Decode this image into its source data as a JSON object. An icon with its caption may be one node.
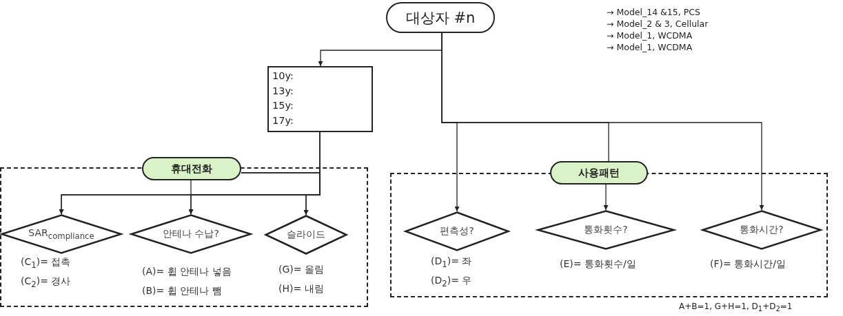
{
  "diagram": {
    "nodes": [
      {
        "text": [
          "대상자 #n"
        ]
      },
      {
        "text": [
          "10y:",
          "13y:",
          "15y:",
          "17y:"
        ]
      },
      {
        "text": [],
        "shape": "box"
      },
      {
        "text": [
          "휴대전화"
        ]
      },
      {
        "text": [
          "SAR$_{compliance}$"
        ],
        "in": 2,
        "beside": [
          "(C$_{1}$)= 접촉",
          "(C$_{2}$)= 경사"
        ]
      },
      {
        "text": [
          "안테나 수납?"
        ],
        "in": 2,
        "beside": [
          "(A)= 휩 안테나 넣음",
          "(B)= 휩 안테나 뺌"
        ]
      },
      {
        "text": [
          "슬라이드"
        ],
        "in": 2,
        "beside": [
          "(G)= 올림",
          "(H)= 내림"
        ]
      },
      {
        "text": [],
        "shape": "box"
      },
      {
        "text": [
          "사용패턴"
        ]
      },
      {
        "text": [
          "편측성?"
        ],
        "in": 7,
        "beside": [
          "(D$_{1}$)= 좌",
          "(D$_{2}$)= 우"
        ]
      },
      {
        "text": [
          "통화횟수?"
        ],
        "in": 7,
        "beside": [
          "(E)= 통화횟수/일"
        ]
      },
      {
        "text": [
          "통화시간?"
        ],
        "in": 7,
        "beside": [
          "(F)= 통화시간/일"
        ]
      }
    ],
    "edges": [
      {
        "from": 0,
        "to": 1,
        "arrow": "to"
      },
      {
        "from": 0,
        "to": 8,
        "arrow": "none"
      },
      {
        "from": 0,
        "to": 9,
        "arrow": "to"
      },
      {
        "from": 0,
        "to": 11,
        "arrow": "to"
      },
      {
        "from": 8,
        "to": 10,
        "arrow": "to"
      },
      {
        "from": 1,
        "to": 4,
        "arrow": "to"
      },
      {
        "from": 1,
        "to": 5,
        "arrow": "to"
      },
      {
        "from": 1,
        "to": 6,
        "arrow": "to"
      },
      {
        "from": 3,
        "to": 5,
        "arrow": "to"
      },
      {
        "from": 3,
        "to": 4,
        "arrow": "to"
      },
      {
        "from": 3,
        "to": 6,
        "arrow": "to"
      }
    ],
    "labels": [
      "→ Model_14 &15, PCS",
      "→ Model_2 & 3, Cellular",
      "→ Model_1, WCDMA",
      "→ Model_1, WCDMA",
      "A+B=1, G+H=1, D$_{1}$+D$_{2}$=1"
    ]
  }
}
